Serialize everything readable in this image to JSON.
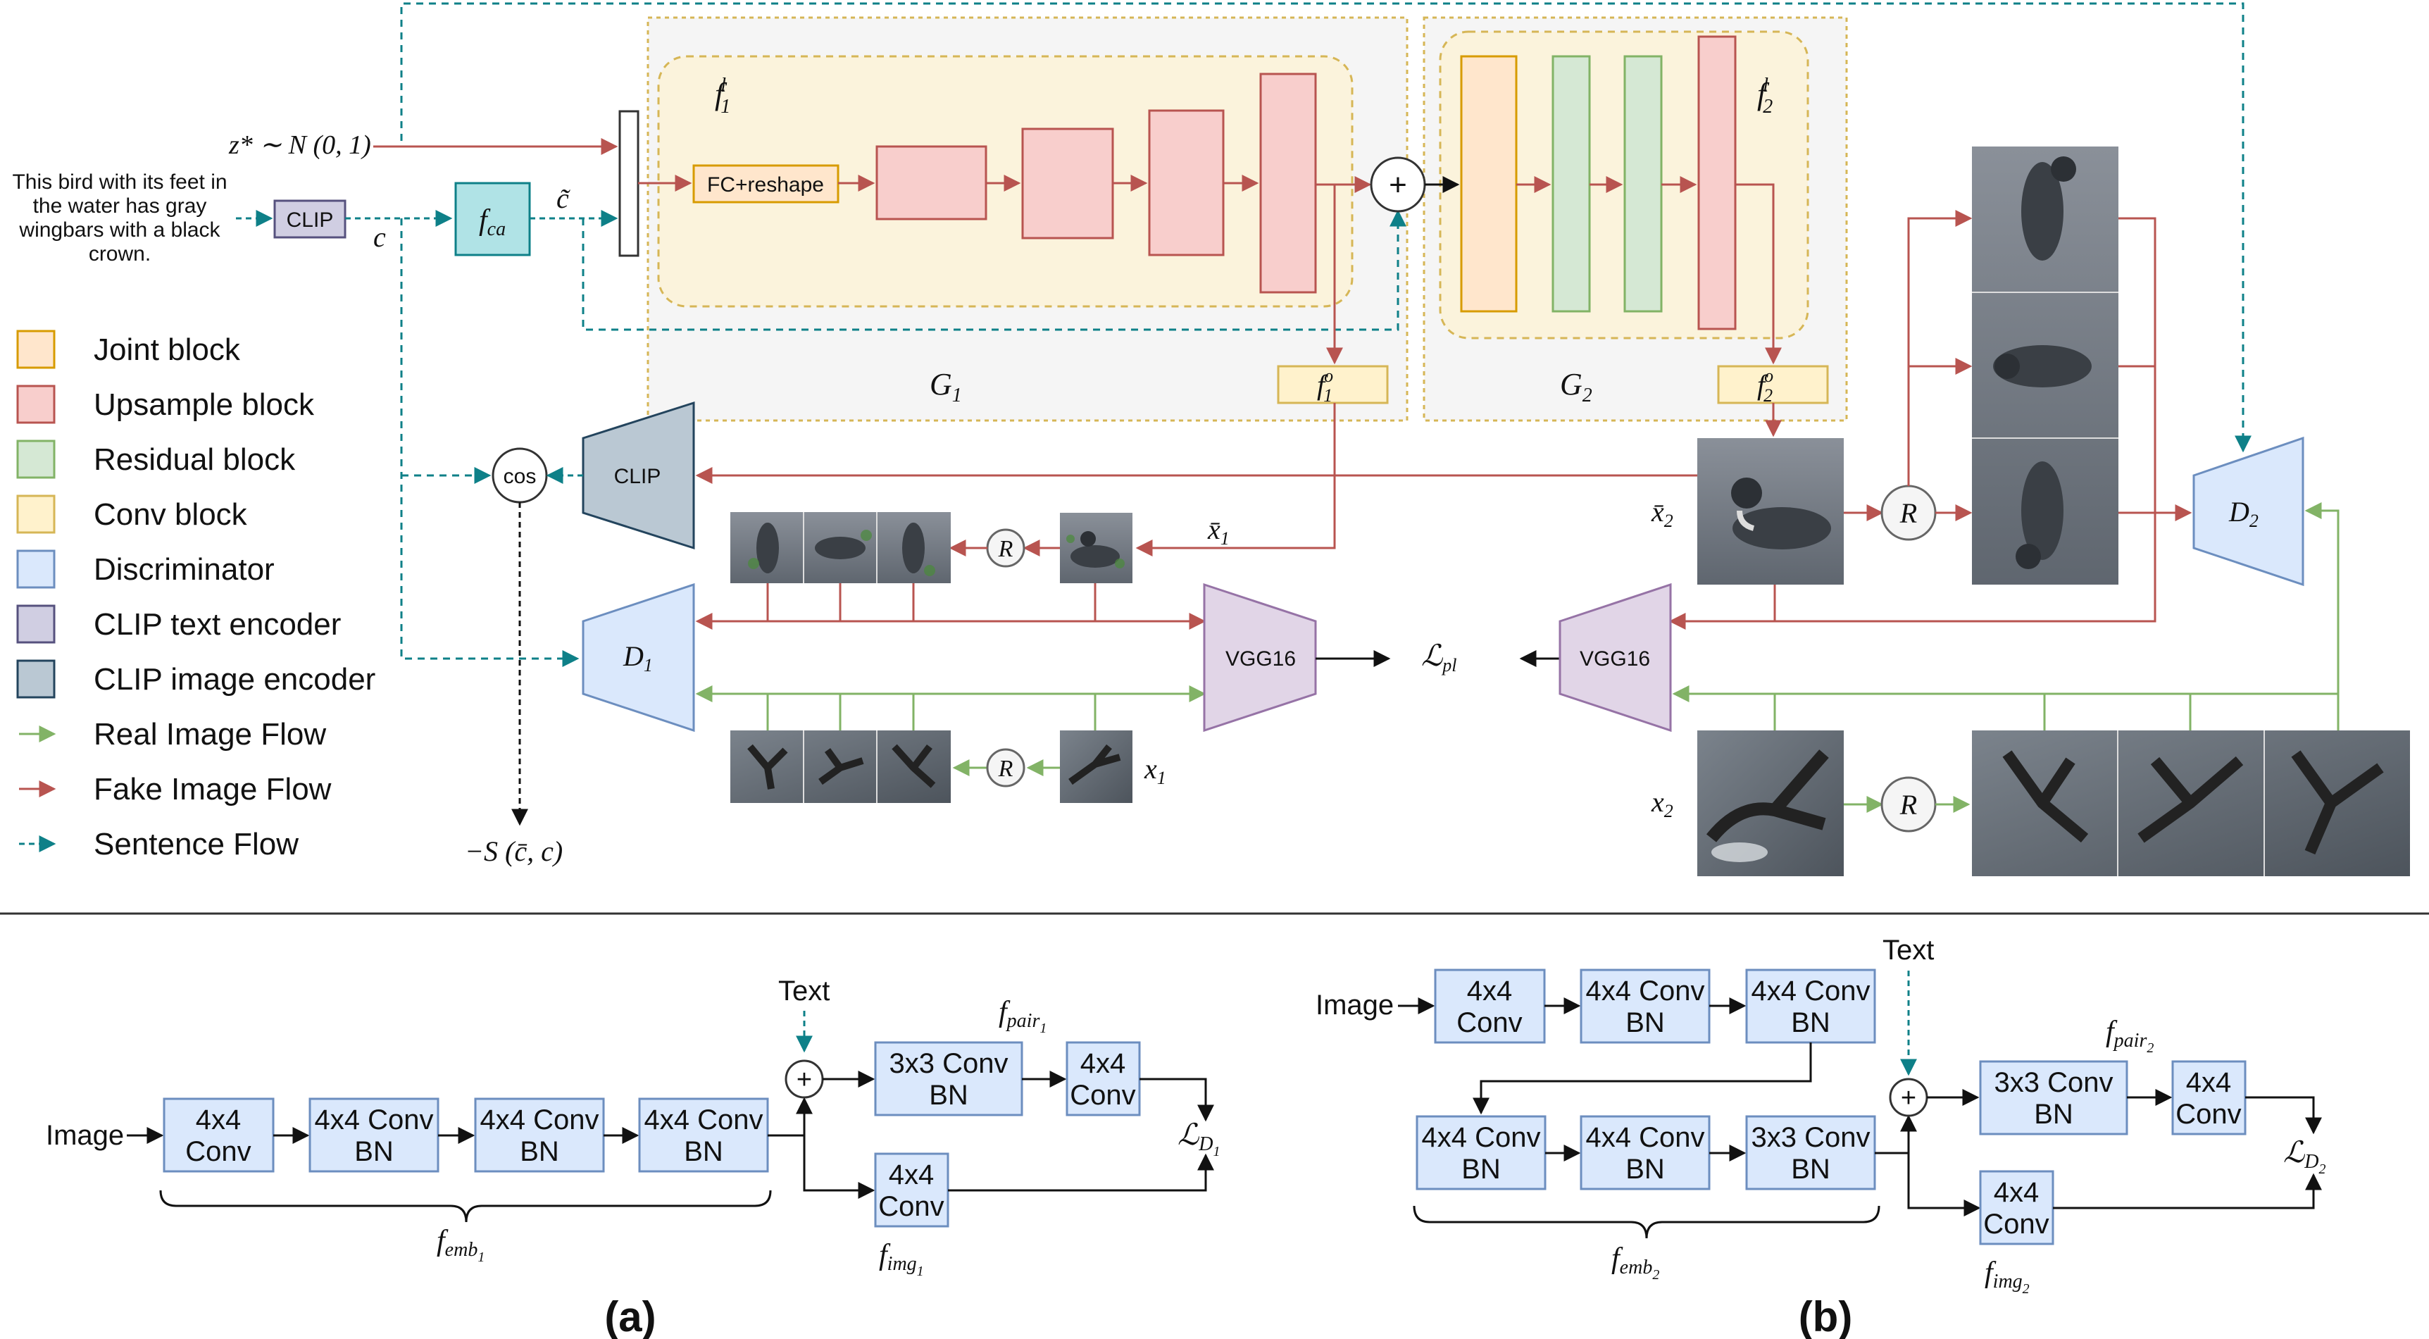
{
  "top": {
    "input_text": [
      "This bird with its feet in",
      "the water has gray",
      "wingbars with a black",
      "crown."
    ],
    "clip_label": "CLIP",
    "c_label": "c",
    "fca_label": "f",
    "fca_sub": "ca",
    "ctilde_label": "c̃",
    "noise_label": "z* ∼ N (0, 1)",
    "fc_reshape": "FC+reshape",
    "f1l": "f",
    "f1l_sub": "1",
    "f1l_sup": "l",
    "f2l": "f",
    "f2l_sub": "2",
    "f2l_sup": "l",
    "g1": "G",
    "g1_sub": "1",
    "g2": "G",
    "g2_sub": "2",
    "f1o": "f",
    "f1o_sub": "1",
    "f1o_sup": "o",
    "f2o": "f",
    "f2o_sub": "2",
    "f2o_sup": "o",
    "plus": "+",
    "cos": "cos",
    "clip_image": "CLIP",
    "R": "R",
    "xbar1": "x̄",
    "xbar1_sub": "1",
    "xbar2": "x̄",
    "xbar2_sub": "2",
    "x1": "x",
    "x1_sub": "1",
    "x2": "x",
    "x2_sub": "2",
    "d1": "D",
    "d1_sub": "1",
    "d2": "D",
    "d2_sub": "2",
    "vgg_left": "VGG16",
    "vgg_right": "VGG16",
    "lpl": "ℒ",
    "lpl_sub": "pl",
    "neg_s": "−S (c̄, c)"
  },
  "legend": [
    {
      "label": "Joint block",
      "kind": "box",
      "fill": "#ffe6cc",
      "stroke": "#d79b00"
    },
    {
      "label": "Upsample block",
      "kind": "box",
      "fill": "#f8cecc",
      "stroke": "#b85450"
    },
    {
      "label": "Residual block",
      "kind": "box",
      "fill": "#d5e8d4",
      "stroke": "#82b366"
    },
    {
      "label": "Conv block",
      "kind": "box",
      "fill": "#fff2cc",
      "stroke": "#d6b656"
    },
    {
      "label": "Discriminator",
      "kind": "box",
      "fill": "#dae8fc",
      "stroke": "#6c8ebf"
    },
    {
      "label": "CLIP text encoder",
      "kind": "box",
      "fill": "#d0cee2",
      "stroke": "#56517e"
    },
    {
      "label": "CLIP image encoder",
      "kind": "box",
      "fill": "#bac8d3",
      "stroke": "#23445d"
    },
    {
      "label": "Real Image Flow",
      "kind": "arrow",
      "fill": "#82b366",
      "stroke": "#82b366"
    },
    {
      "label": "Fake Image Flow",
      "kind": "arrow",
      "fill": "#b85450",
      "stroke": "#b85450"
    },
    {
      "label": "Sentence Flow",
      "kind": "dashed",
      "fill": "#0e8088",
      "stroke": "#0e8088"
    }
  ],
  "colors": {
    "fake": "#b85450",
    "real": "#82b366",
    "sentence": "#0e8088",
    "upsample_fill": "#f8cecc",
    "joint_fill": "#ffe6cc",
    "residual_fill": "#d5e8d4",
    "conv_fill": "#fff2cc",
    "disc_fill": "#dae8fc",
    "clip_text_fill": "#d0cee2",
    "clip_img_fill": "#bac8d3",
    "vgg_fill": "#e1d5e7"
  },
  "bottom_a": {
    "image": "Image",
    "text": "Text",
    "b1": [
      "4x4",
      "Conv"
    ],
    "b2": [
      "4x4 Conv",
      "BN"
    ],
    "b3": [
      "4x4 Conv",
      "BN"
    ],
    "b4": [
      "4x4 Conv",
      "BN"
    ],
    "b5": [
      "3x3 Conv",
      "BN"
    ],
    "b6": [
      "4x4",
      "Conv"
    ],
    "b7": [
      "4x4",
      "Conv"
    ],
    "fpair": "f",
    "fpair_sub": "pair",
    "fpair_subsub": "1",
    "femb": "f",
    "femb_sub": "emb",
    "femb_subsub": "1",
    "fimg": "f",
    "fimg_sub": "img",
    "fimg_subsub": "1",
    "loss": "ℒ",
    "loss_sub": "D",
    "loss_subsub": "1",
    "caption": "(a)"
  },
  "bottom_b": {
    "image": "Image",
    "text": "Text",
    "b1": [
      "4x4",
      "Conv"
    ],
    "b2": [
      "4x4 Conv",
      "BN"
    ],
    "b3": [
      "4x4 Conv",
      "BN"
    ],
    "b4": [
      "4x4 Conv",
      "BN"
    ],
    "b5": [
      "4x4 Conv",
      "BN"
    ],
    "b6": [
      "3x3 Conv",
      "BN"
    ],
    "b7": [
      "3x3 Conv",
      "BN"
    ],
    "b8": [
      "4x4",
      "Conv"
    ],
    "b9": [
      "4x4",
      "Conv"
    ],
    "fpair": "f",
    "fpair_sub": "pair",
    "fpair_subsub": "2",
    "femb": "f",
    "femb_sub": "emb",
    "femb_subsub": "2",
    "fimg": "f",
    "fimg_sub": "img",
    "fimg_subsub": "2",
    "loss": "ℒ",
    "loss_sub": "D",
    "loss_subsub": "2",
    "caption": "(b)"
  }
}
